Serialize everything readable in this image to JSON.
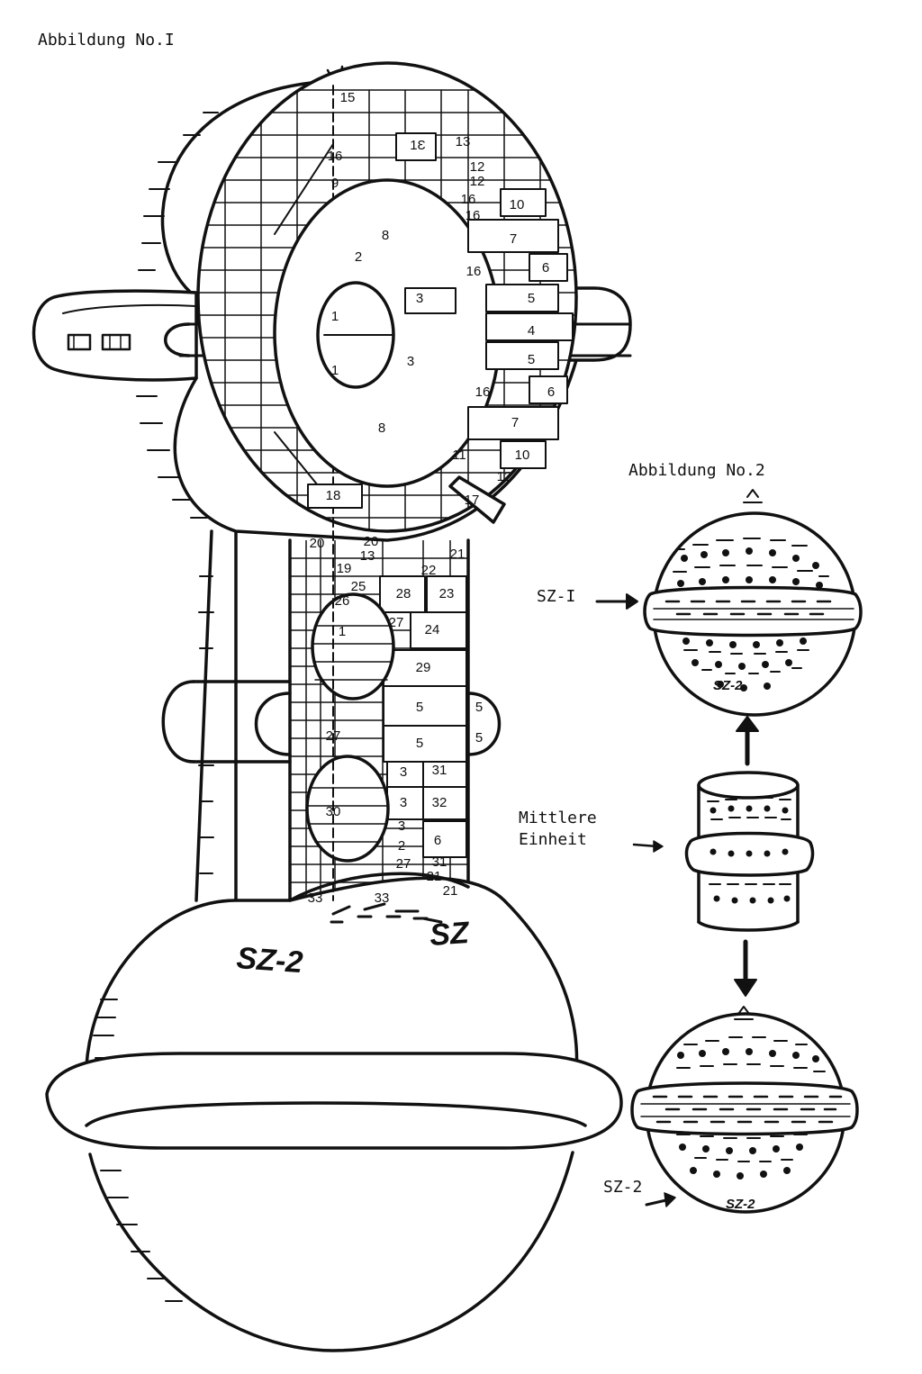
{
  "figure1": {
    "caption": "Abbildung No.I",
    "module_labels": [
      "15",
      "16",
      "1Ɛ",
      "13",
      "12",
      "12",
      "16",
      "16",
      "10",
      "9",
      "8",
      "2",
      "7",
      "16",
      "6",
      "3",
      "5",
      "1",
      "4",
      "3",
      "5",
      "1",
      "16",
      "6",
      "8",
      "7",
      "11",
      "10",
      "12",
      "17",
      "18",
      "20",
      "20",
      "13",
      "21",
      "19",
      "22",
      "25",
      "28",
      "23",
      "26",
      "27",
      "1",
      "24",
      "29",
      "5",
      "5",
      "27",
      "5",
      "5",
      "3",
      "31",
      "30",
      "3",
      "32",
      "3",
      "6",
      "2",
      "27",
      "31",
      "21",
      "33",
      "33",
      "21"
    ],
    "lower_sphere_label_left": "SZ-2",
    "lower_sphere_label_right": "SZ"
  },
  "figure2": {
    "caption": "Abbildung No.2",
    "label_upper": "SZ-I",
    "label_middle": [
      "Mittlere",
      "Einheit"
    ],
    "label_lower": "SZ-2",
    "upper_sphere_mark": "SZ-2",
    "lower_sphere_mark": "SZ-2"
  }
}
